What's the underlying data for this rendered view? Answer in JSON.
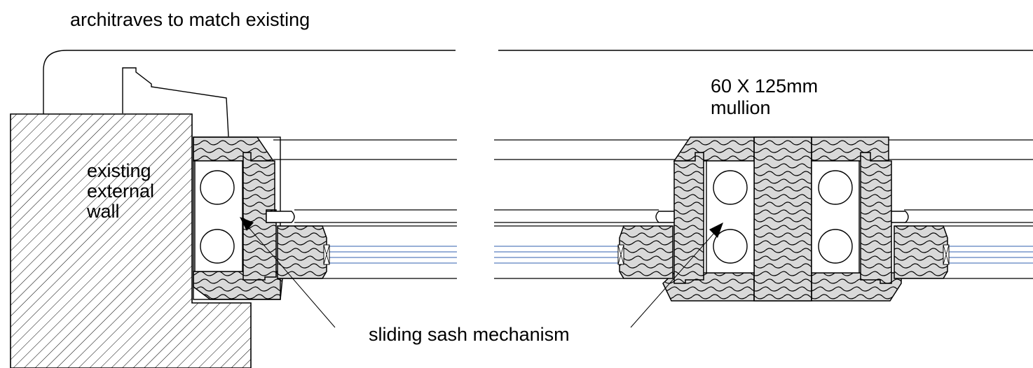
{
  "labels": {
    "architraves": "architraves to match existing",
    "wall": [
      "existing",
      "external",
      "wall"
    ],
    "mullion": [
      "60 X 125mm",
      "mullion"
    ],
    "mechanism": "sliding sash mechanism"
  }
}
